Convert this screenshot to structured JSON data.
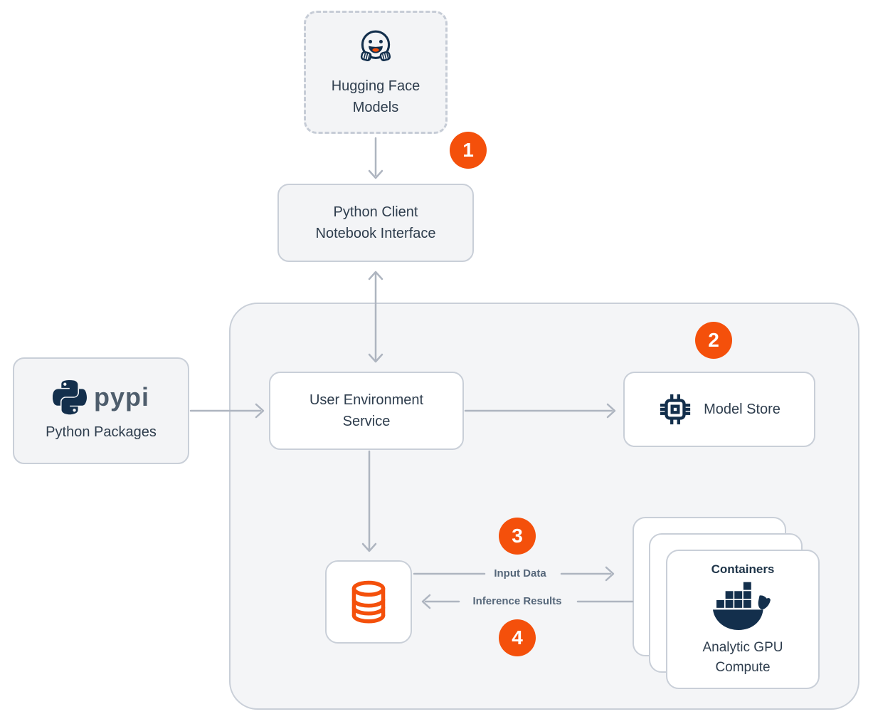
{
  "diagram": {
    "nodes": {
      "hugging_face": {
        "lines": [
          "Hugging Face",
          "Models"
        ]
      },
      "python_client": {
        "lines": [
          "Python Client",
          "Notebook Interface"
        ]
      },
      "pypi": {
        "logo_text": "pypi",
        "label": "Python Packages"
      },
      "user_environment": {
        "lines": [
          "User Environment",
          "Service"
        ]
      },
      "model_store": {
        "label": "Model Store"
      },
      "containers": {
        "title": "Containers",
        "lines": [
          "Analytic GPU",
          "Compute"
        ]
      }
    },
    "steps": [
      {
        "label": "1"
      },
      {
        "label": "2"
      },
      {
        "label": "3"
      },
      {
        "label": "4"
      }
    ],
    "edges": {
      "input_data": "Input Data",
      "inference_results": "Inference Results"
    },
    "icons": {
      "hugging_face": "hugging-face-emoji",
      "python": "python-logo",
      "model_store": "cpu-chip",
      "database": "database-cylinder",
      "containers": "docker-whale"
    },
    "colors": {
      "accent_orange": "#F4500B",
      "navy": "#132F4C",
      "box_fill": "#F3F4F6",
      "panel_fill": "#F4F5F7",
      "border": "#C9CFD8",
      "arrow": "#AEB5C0",
      "label_text": "#2E3D4D",
      "edge_label_text": "#56677A"
    }
  }
}
